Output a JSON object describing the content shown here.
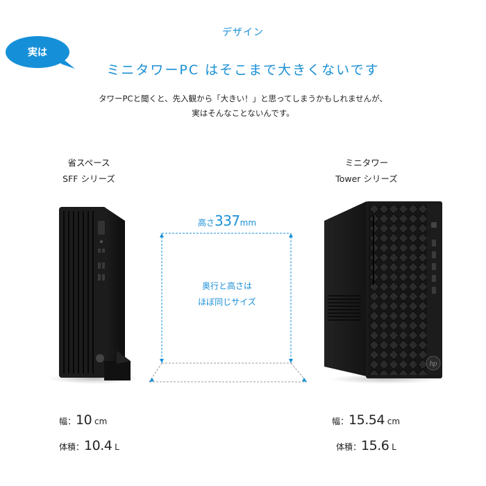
{
  "section": {
    "label": "デザイン"
  },
  "bubble": {
    "text": "実は"
  },
  "headline": "ミニタワーPC はそこまで大きくないです",
  "intro": {
    "line1": "タワーPCと聞くと、先入観から「大きい！」と思ってしまうかもしれませんが、",
    "line2": "実はそんなことないんです。"
  },
  "sff": {
    "name_line1": "省スペース",
    "name_line2": "SFF シリーズ",
    "width_label": "幅：",
    "width_value": "10",
    "width_unit": "cm",
    "volume_label": "体積：",
    "volume_value": "10.4",
    "volume_unit": "L"
  },
  "tower": {
    "name_line1": "ミニタワー",
    "name_line2": "Tower シリーズ",
    "width_label": "幅：",
    "width_value": "15.54",
    "width_unit": "cm",
    "volume_label": "体積：",
    "volume_value": "15.6",
    "volume_unit": "L"
  },
  "dimension": {
    "height_prefix": "高さ",
    "height_value": "337",
    "height_unit": "mm",
    "note_line1": "奥行と高さは",
    "note_line2": "ほぼ同じサイズ"
  },
  "colors": {
    "accent": "#1590d8",
    "chassis": "#1c1c1c",
    "text": "#222222"
  }
}
